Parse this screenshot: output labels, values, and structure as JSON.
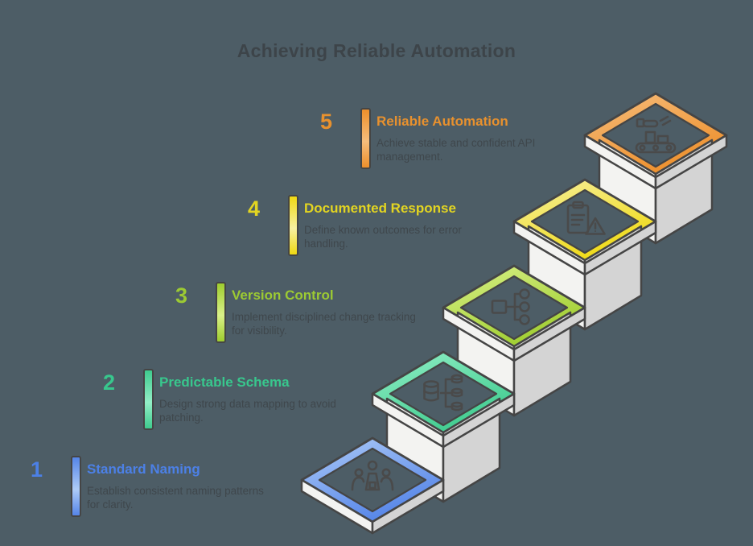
{
  "title": "Achieving Reliable Automation",
  "colors": {
    "background": "#4d5d66",
    "outline": "#454545",
    "icon_stroke": "#4a4a4a",
    "slab_left_face": "#f3f3f1",
    "slab_right_face": "#d4d4d4",
    "description_text": "#3f474c",
    "header_text": "#3d4449"
  },
  "steps": [
    {
      "num": "1",
      "title": "Standard Naming",
      "desc": "Establish consistent naming patterns for clarity.",
      "icon": "team-icon",
      "color_main": "#5585e8",
      "color_light": "#aecbf7",
      "color_text": "#4c80e6"
    },
    {
      "num": "2",
      "title": "Predictable Schema",
      "desc": "Design strong data mapping to avoid patching.",
      "icon": "data-mapping-icon",
      "color_main": "#3ecb8e",
      "color_light": "#93efc7",
      "color_text": "#38c78d"
    },
    {
      "num": "3",
      "title": "Version Control",
      "desc": "Implement disciplined change tracking for visibility.",
      "icon": "flowchart-icon",
      "color_main": "#9ecd2e",
      "color_light": "#daf189",
      "color_text": "#9cca33"
    },
    {
      "num": "4",
      "title": "Documented Response",
      "desc": "Define known outcomes for error handling.",
      "icon": "clipboard-warning-icon",
      "color_main": "#efd912",
      "color_light": "#f7f0a2",
      "color_text": "#e3d521"
    },
    {
      "num": "5",
      "title": "Reliable Automation",
      "desc": "Achieve stable and confident API management.",
      "icon": "conveyor-icon",
      "color_main": "#ed8f2b",
      "color_light": "#f6bd7c",
      "color_text": "#e8912e"
    }
  ]
}
